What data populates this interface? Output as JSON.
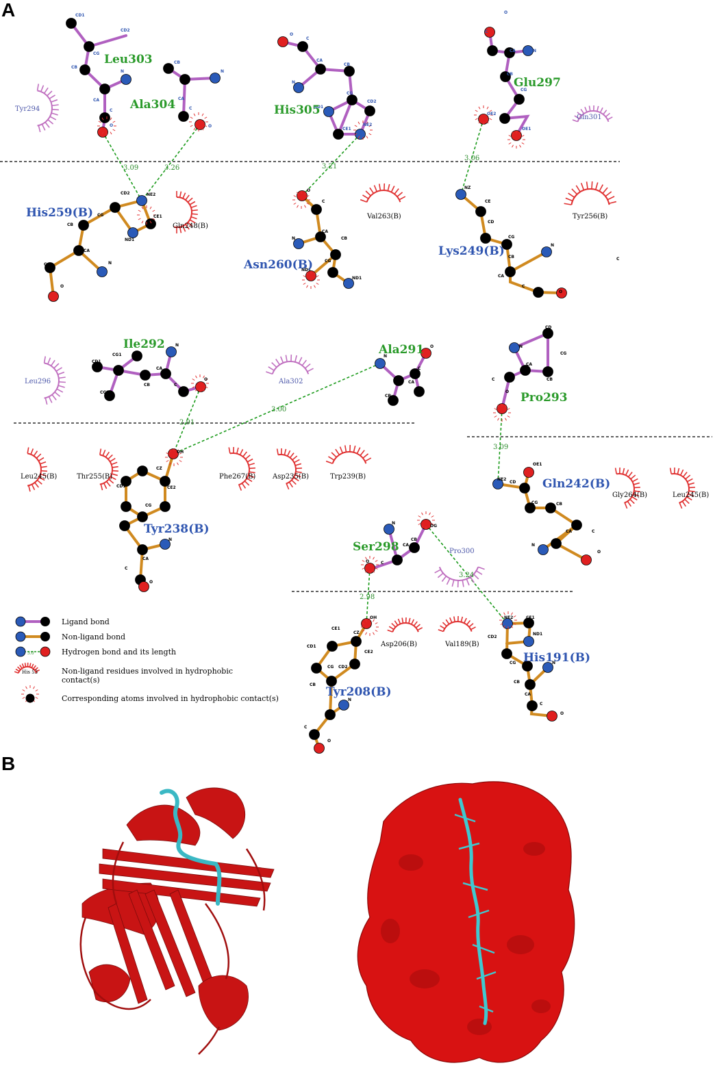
{
  "panels": {
    "a": "A",
    "b": "B"
  },
  "colors": {
    "ligand_bond": "#b060c0",
    "nonligand_bond": "#d08a20",
    "hbond": "#1a9a1a",
    "oxygen": "#e02020",
    "nitrogen": "#2a5ab8",
    "carbon": "#000000",
    "hydrophobic_rec": "#e03030",
    "hydrophobic_lig": "#c070c0",
    "protein": "#d01010",
    "peptide": "#40c0c8"
  },
  "residues": {
    "leu303": "Leu303",
    "ala304": "Ala304",
    "his305": "His305",
    "glu297": "Glu297",
    "his259b": "His259(B)",
    "asn260b": "Asn260(B)",
    "lys249b": "Lys249(B)",
    "ile292": "Ile292",
    "ala291": "Ala291",
    "pro293": "Pro293",
    "tyr238b": "Tyr238(B)",
    "gln242b": "Gln242(B)",
    "ser298": "Ser298",
    "tyr208b": "Tyr208(B)",
    "his191b": "His191(B)"
  },
  "hydrophobic": {
    "tyr294": "Tyr294",
    "gln301": "Gln301",
    "gln248b": "Gln248(B)",
    "val263b": "Val263(B)",
    "tyr256b": "Tyr256(B)",
    "leu296": "Leu296",
    "ala302": "Ala302",
    "leu245b": "Leu245(B)",
    "thr255b": "Thr255(B)",
    "phe267b": "Phe267(B)",
    "asp235b": "Asp235(B)",
    "trp239b": "Trp239(B)",
    "gly264b": "Gly264(B)",
    "leu245b2": "Leu245(B)",
    "pro300": "Pro300",
    "asp206b": "Asp206(B)",
    "val189b": "Val189(B)"
  },
  "hbonds": {
    "h1": "3.09",
    "h2": "3.26",
    "h3": "3.21",
    "h4": "3.06",
    "h5": "2.91",
    "h6": "3.00",
    "h7": "3.09",
    "h8": "2.98",
    "h9": "3.24"
  },
  "atoms": {
    "cd1": "CD1",
    "cd2": "CD2",
    "cg": "CG",
    "cb": "CB",
    "ca": "CA",
    "c": "C",
    "o": "O",
    "n": "N",
    "ne2": "NE2",
    "ce1": "CE1",
    "nd1": "ND1",
    "oe1": "OE1",
    "oe2": "OE2",
    "nz": "NZ",
    "ce": "CE",
    "cd": "CD",
    "oh": "OH",
    "cz": "CZ",
    "ce2": "CE2",
    "cg1": "CG1",
    "cg2": "CG2",
    "og": "OG"
  },
  "legend": {
    "ligand_bond": "Ligand bond",
    "nonligand_bond": "Non-ligand bond",
    "hbond": "Hydrogen bond and its length",
    "hbond_sample": "3.0",
    "hydro_residues": "Non-ligand residues involved in hydrophobic",
    "hydro_residues2": "contact(s)",
    "hydro_sample": "His 53",
    "hydro_atoms": "Corresponding atoms involved in hydrophobic contact(s)"
  }
}
